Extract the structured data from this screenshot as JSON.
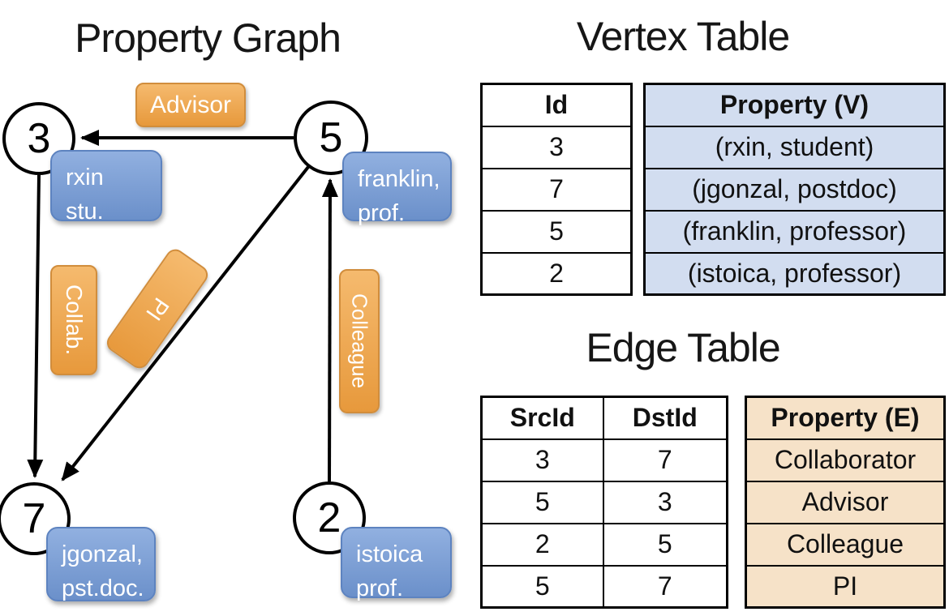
{
  "graph": {
    "title": "Property Graph",
    "nodes": {
      "n3": {
        "id": "3",
        "line1": "rxin",
        "line2": "stu."
      },
      "n5": {
        "id": "5",
        "line1": "franklin,",
        "line2": "prof."
      },
      "n7": {
        "id": "7",
        "line1": "jgonzal,",
        "line2": "pst.doc."
      },
      "n2": {
        "id": "2",
        "line1": "istoica",
        "line2": "prof."
      }
    },
    "edges": {
      "advisor": {
        "label": "Advisor"
      },
      "collab": {
        "label": "Collab."
      },
      "pi": {
        "label": "PI"
      },
      "colleague": {
        "label": "Colleague"
      }
    }
  },
  "vertex_table": {
    "title": "Vertex Table",
    "col_id": "Id",
    "col_property": "Property (V)",
    "rows": [
      {
        "id": "3",
        "property": "(rxin, student)"
      },
      {
        "id": "7",
        "property": "(jgonzal, postdoc)"
      },
      {
        "id": "5",
        "property": "(franklin, professor)"
      },
      {
        "id": "2",
        "property": "(istoica, professor)"
      }
    ]
  },
  "edge_table": {
    "title": "Edge Table",
    "col_src": "SrcId",
    "col_dst": "DstId",
    "col_property": "Property (E)",
    "rows": [
      {
        "src": "3",
        "dst": "7",
        "property": "Collaborator"
      },
      {
        "src": "5",
        "dst": "3",
        "property": "Advisor"
      },
      {
        "src": "2",
        "dst": "5",
        "property": "Colleague"
      },
      {
        "src": "5",
        "dst": "7",
        "property": "PI"
      }
    ]
  },
  "colors": {
    "edge_accent": "#e7993c",
    "edge_cell_bg": "#f6e2c8",
    "vertex_accent": "#7a9ed8",
    "vertex_cell_bg": "#d2ddf0",
    "line_color": "#000000"
  }
}
